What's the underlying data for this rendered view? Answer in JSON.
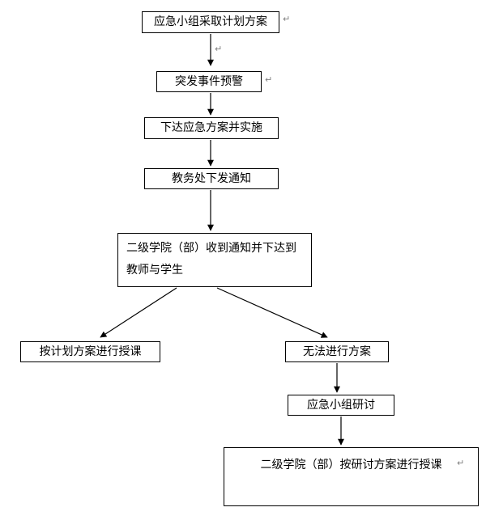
{
  "diagram": {
    "type": "flowchart",
    "nodes": [
      {
        "id": "plan-adopt",
        "label": "应急小组采取计划方案"
      },
      {
        "id": "warning",
        "label": "突发事件预警"
      },
      {
        "id": "issue-implement",
        "label": "下达应急方案并实施"
      },
      {
        "id": "office-notice",
        "label": "教务处下发通知"
      },
      {
        "id": "college-receive",
        "label": "二级学院（部）收到通知并下达到\n教师与学生"
      },
      {
        "id": "teach-per-plan",
        "label": "按计划方案进行授课"
      },
      {
        "id": "plan-infeasible",
        "label": "无法进行方案"
      },
      {
        "id": "team-discuss",
        "label": "应急小组研讨"
      },
      {
        "id": "teach-per-discussed",
        "label": "二级学院（部）按研讨方案进行授课"
      }
    ],
    "edges": [
      {
        "from": "plan-adopt",
        "to": "warning"
      },
      {
        "from": "warning",
        "to": "issue-implement"
      },
      {
        "from": "issue-implement",
        "to": "office-notice"
      },
      {
        "from": "office-notice",
        "to": "college-receive"
      },
      {
        "from": "college-receive",
        "to": "teach-per-plan"
      },
      {
        "from": "college-receive",
        "to": "plan-infeasible"
      },
      {
        "from": "plan-infeasible",
        "to": "team-discuss"
      },
      {
        "from": "team-discuss",
        "to": "teach-per-discussed"
      }
    ],
    "mark_glyph": "↵",
    "colors": {
      "border": "#000000",
      "background": "#ffffff",
      "text": "#000000",
      "mark": "#808080"
    }
  }
}
